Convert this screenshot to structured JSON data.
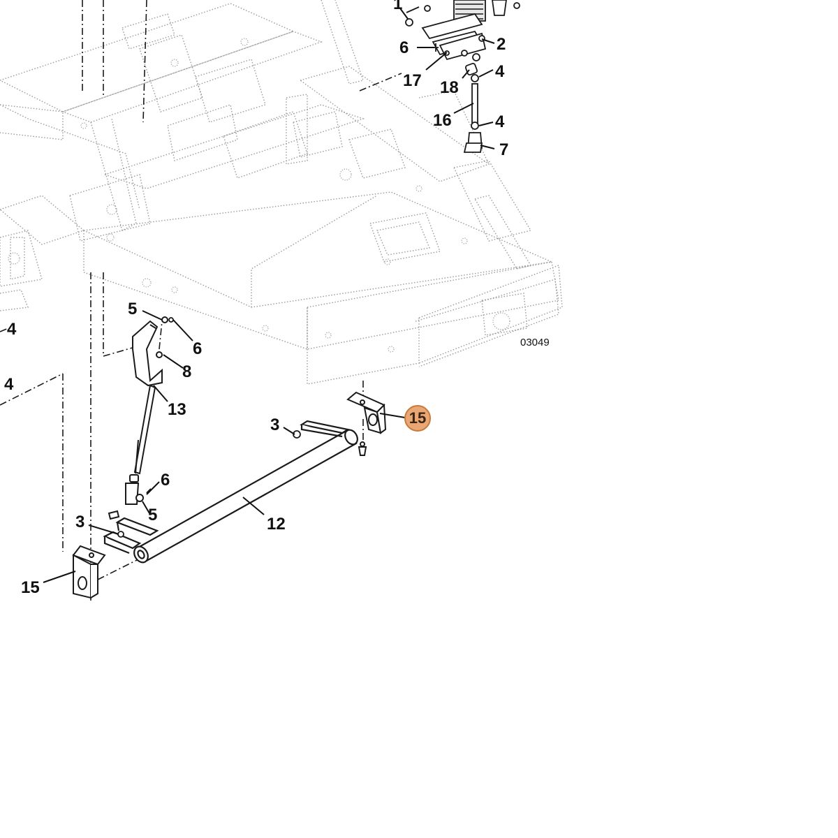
{
  "diagram": {
    "drawing_number": "03049",
    "highlighted_part": "15",
    "callouts": [
      "1",
      "6",
      "2",
      "17",
      "18",
      "4",
      "16",
      "4",
      "7",
      "5",
      "6",
      "8",
      "13",
      "3",
      "15",
      "6",
      "5",
      "3",
      "12",
      "15",
      "4",
      "4"
    ],
    "colors": {
      "line": "#1a1a1a",
      "frame": "#8a8a8a",
      "highlight_fill": "#e8a774",
      "highlight_border": "#c97a3a"
    }
  }
}
